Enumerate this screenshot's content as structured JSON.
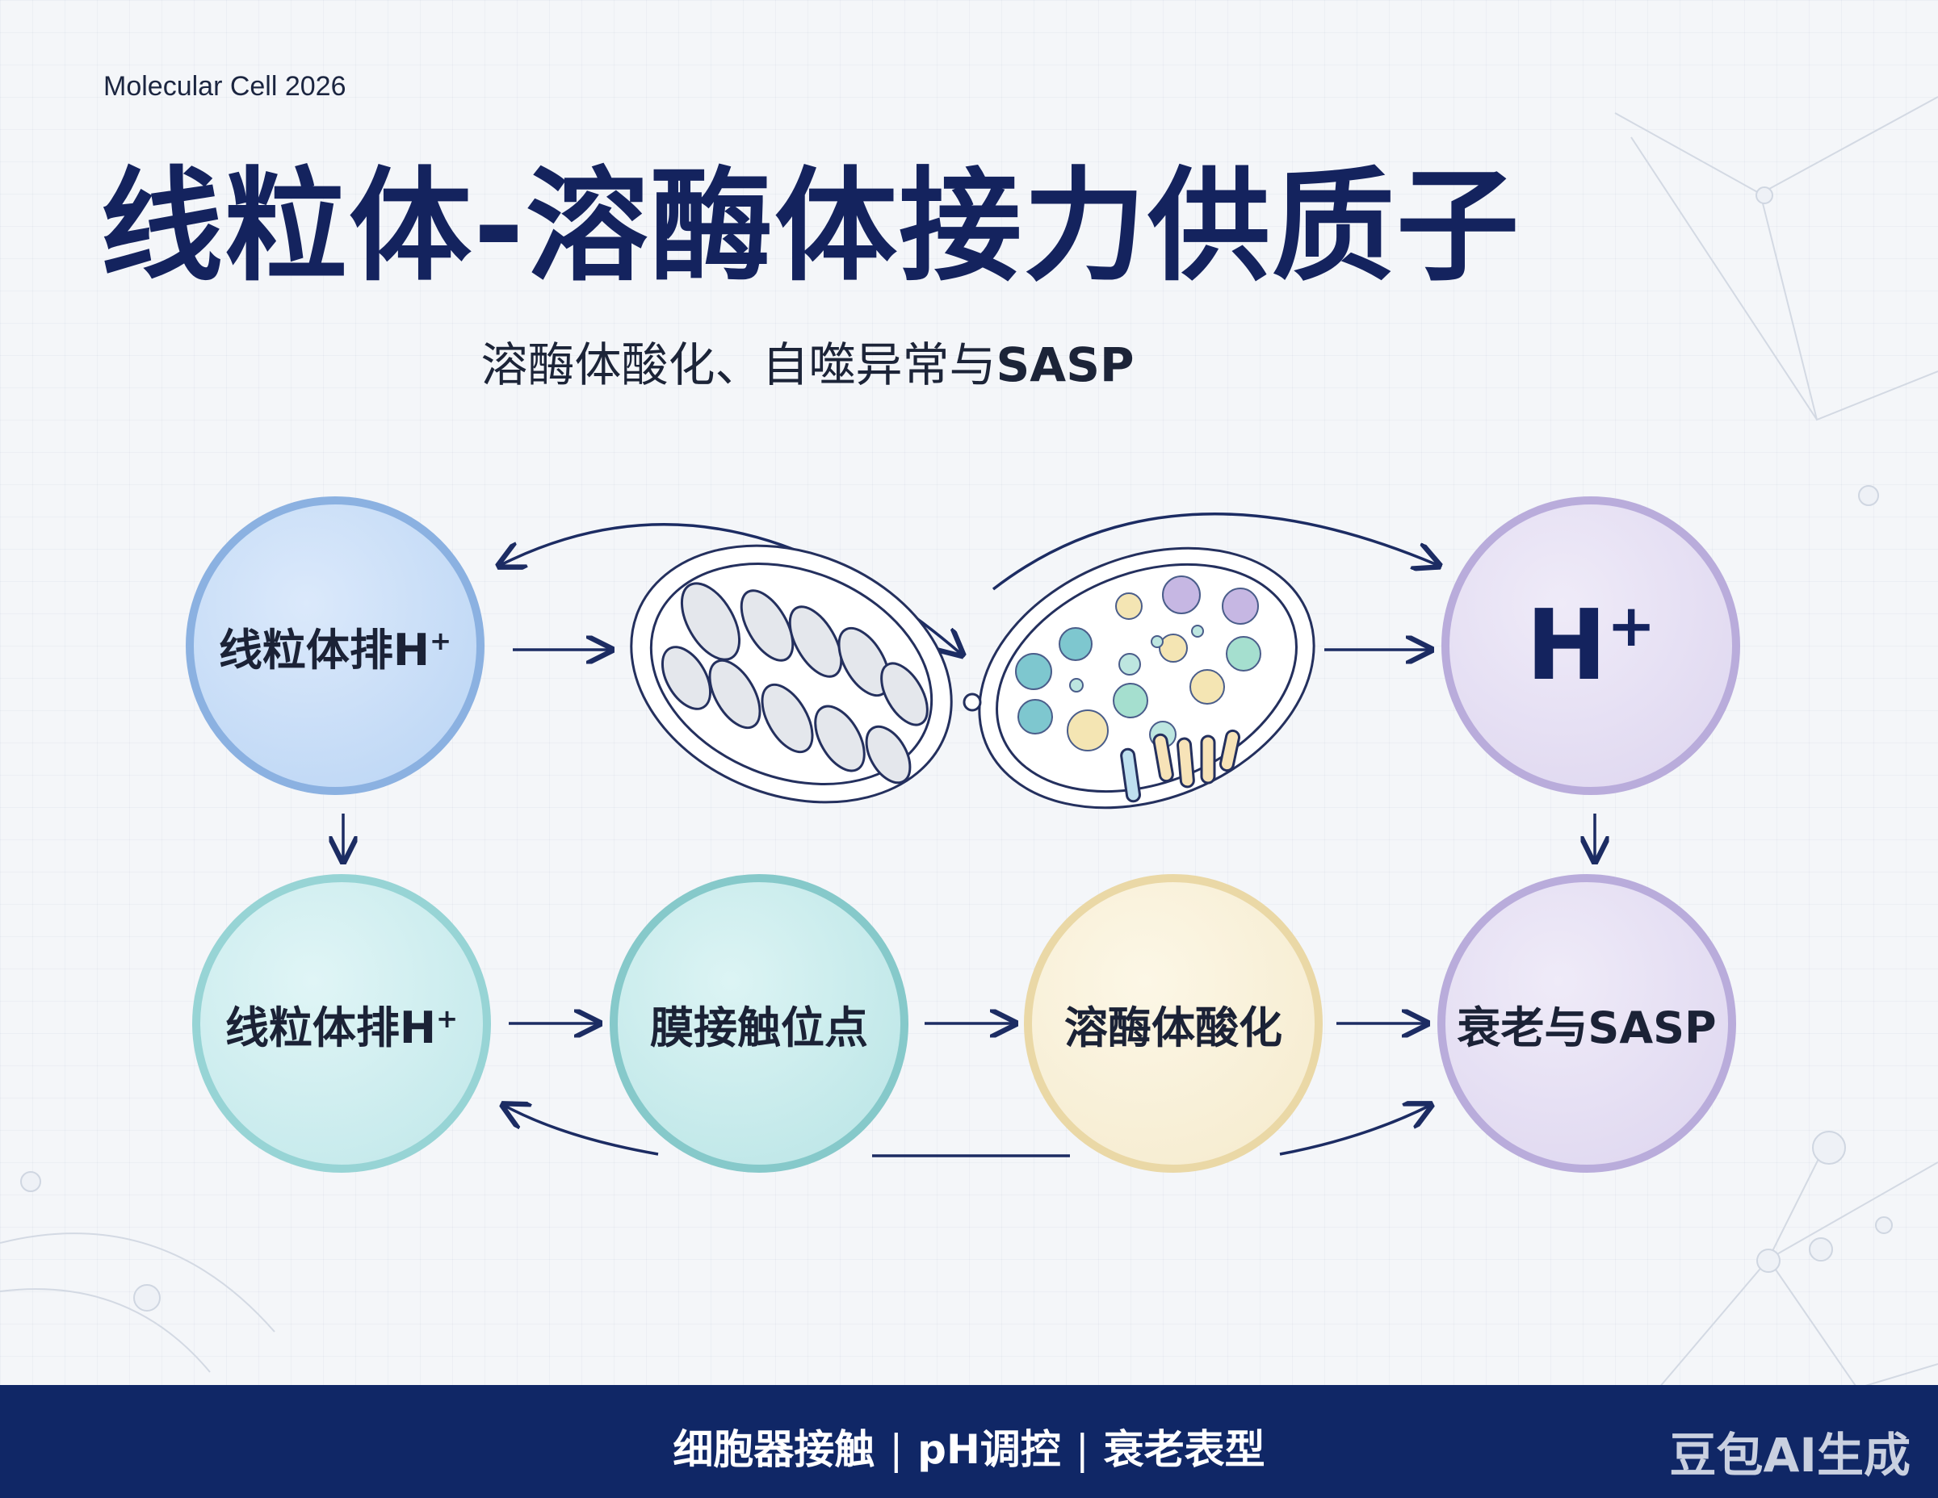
{
  "header": {
    "journal": "Molecular Cell 2026",
    "title": "线粒体-溶酶体接力供质子",
    "subtitle_cn": "溶酶体酸化、自噬异常与",
    "subtitle_en": "SASP"
  },
  "nodes": {
    "top_left": {
      "label": "线粒体排H",
      "sup": "+"
    },
    "top_right": {
      "label": "H",
      "sup": "+"
    },
    "bottom_1": {
      "label": "线粒体排H",
      "sup": "+"
    },
    "bottom_2": {
      "label": "膜接触位点"
    },
    "bottom_3": {
      "label": "溶酶体酸化"
    },
    "bottom_4": {
      "label": "衰老与SASP"
    }
  },
  "footer": {
    "items": [
      "细胞器接触",
      "pH调控",
      "衰老表型"
    ],
    "separator": "|",
    "watermark": "豆包AI生成"
  },
  "colors": {
    "navy": "#14235e",
    "footer_bg": "#102766",
    "blue_node": "#b9d4f4",
    "teal_node": "#bfe7e9",
    "yellow_node": "#f5eacc",
    "purple_node": "#ddd5ef"
  }
}
